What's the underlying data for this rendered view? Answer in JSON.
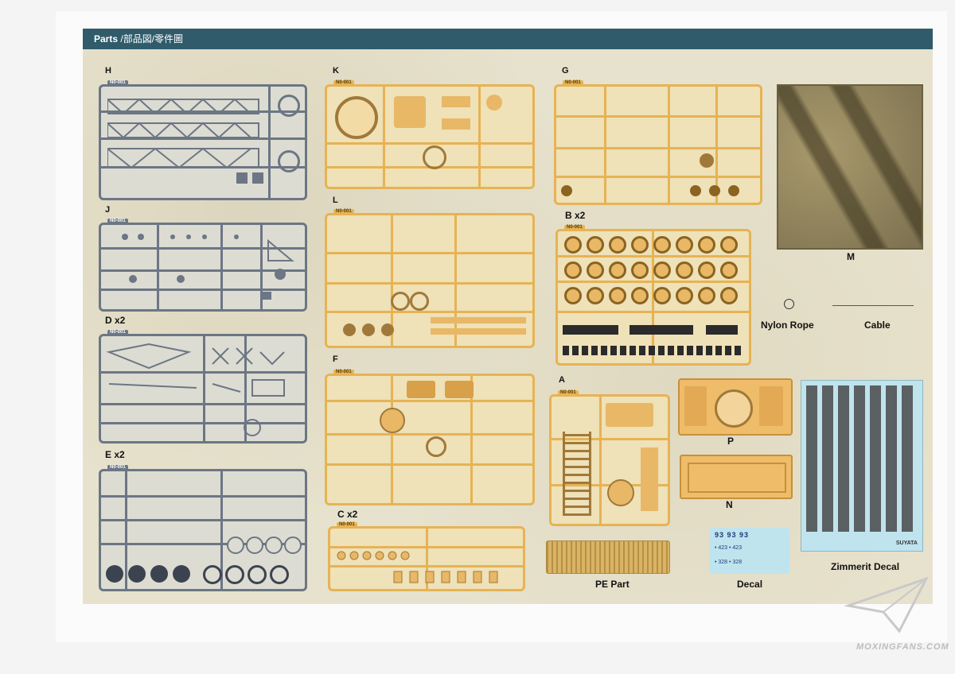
{
  "header": {
    "title": "Parts",
    "subtitle": "/部品図/零件圖"
  },
  "sprues": {
    "H": {
      "label": "H",
      "code": "N0-001"
    },
    "J": {
      "label": "J",
      "code": "N0-001"
    },
    "D": {
      "label": "D x2",
      "code": "N0-001"
    },
    "E": {
      "label": "E x2",
      "code": "N0-001"
    },
    "K": {
      "label": "K",
      "code": "N0-001"
    },
    "L": {
      "label": "L",
      "code": "N0-001"
    },
    "F": {
      "label": "F",
      "code": "N0-001"
    },
    "C": {
      "label": "C x2",
      "code": "N0-001"
    },
    "G": {
      "label": "G",
      "code": "N0-001"
    },
    "B": {
      "label": "B x2",
      "code": "N0-001"
    },
    "A": {
      "label": "A",
      "code": "N0-001"
    }
  },
  "parts": {
    "M": "M",
    "P": "P",
    "N": "N",
    "nylon_rope": "Nylon Rope",
    "cable": "Cable",
    "pe_part": "PE Part",
    "decal": "Decal",
    "zimmerit": "Zimmerit Decal"
  },
  "decal_sheet": {
    "row1": "93 93 93",
    "row2": "• 423 • 423",
    "row3": "• 328 • 328"
  },
  "zimmerit_brand": "SUYATA",
  "watermark": "MOXINGFANS.COM",
  "colors": {
    "header": "#2f5b6b",
    "grey_sprue": "#6c7684",
    "yellow_sprue": "#e6b354",
    "decal_bg": "#bfe4ee"
  }
}
